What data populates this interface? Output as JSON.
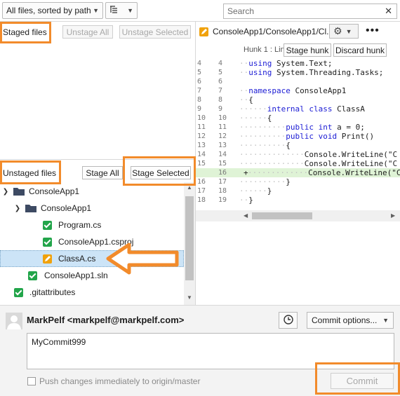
{
  "toolbar": {
    "sort_label": "All files, sorted by path",
    "view_icon": "tree-view-icon",
    "search_placeholder": "Search"
  },
  "staged": {
    "title": "Staged files",
    "unstage_all": "Unstage All",
    "unstage_selected": "Unstage Selected"
  },
  "unstaged": {
    "title": "Unstaged files",
    "stage_all": "Stage All",
    "stage_selected": "Stage Selected",
    "tree": [
      {
        "label": "ConsoleApp1",
        "kind": "solution-folder",
        "level": 0
      },
      {
        "label": "ConsoleApp1",
        "kind": "folder",
        "level": 1
      },
      {
        "label": "Program.cs",
        "kind": "file-added",
        "level": 2
      },
      {
        "label": "ConsoleApp1.csproj",
        "kind": "file-added",
        "level": 2
      },
      {
        "label": "ClassA.cs",
        "kind": "file-modified",
        "level": 2,
        "selected": true
      },
      {
        "label": "ConsoleApp1.sln",
        "kind": "file-added",
        "level": 1
      },
      {
        "label": ".gitattributes",
        "kind": "file-added",
        "level": 0
      }
    ]
  },
  "diff": {
    "file_title": "ConsoleApp1/ConsoleApp1/Cl...",
    "hunk_label": "Hunk 1 : Lin",
    "stage_hunk": "Stage hunk",
    "discard_hunk": "Discard hunk",
    "lines": [
      {
        "old": "4",
        "new": "4",
        "code": "using System.Text;"
      },
      {
        "old": "5",
        "new": "5",
        "code": "using System.Threading.Tasks;"
      },
      {
        "old": "6",
        "new": "6",
        "code": ""
      },
      {
        "old": "7",
        "new": "7",
        "code": "namespace ConsoleApp1"
      },
      {
        "old": "8",
        "new": "8",
        "code": "{"
      },
      {
        "old": "9",
        "new": "9",
        "code": "internal class ClassA"
      },
      {
        "old": "10",
        "new": "10",
        "code": "{"
      },
      {
        "old": "11",
        "new": "11",
        "code": "public int a = 0;"
      },
      {
        "old": "12",
        "new": "12",
        "code": "public void Print()"
      },
      {
        "old": "13",
        "new": "13",
        "code": "{"
      },
      {
        "old": "14",
        "new": "14",
        "code": "Console.WriteLine(\"C"
      },
      {
        "old": "15",
        "new": "15",
        "code": "Console.WriteLine(\"C"
      },
      {
        "old": "",
        "new": "16",
        "code": "Console.WriteLine(\"C",
        "added": true
      },
      {
        "old": "16",
        "new": "17",
        "code": "}"
      },
      {
        "old": "17",
        "new": "18",
        "code": "}"
      },
      {
        "old": "18",
        "new": "19",
        "code": "}"
      }
    ]
  },
  "commit": {
    "author": "MarkPelf <markpelf@markpelf.com>",
    "options_label": "Commit options...",
    "message": "MyCommit999",
    "push_label": "Push changes immediately to origin/master",
    "commit_button": "Commit"
  },
  "colors": {
    "highlight": "#f28b2b",
    "added_file": "#22a54a",
    "modified_file": "#f0a20d",
    "keyword": "#1b1bd4",
    "selection": "#cce4f7"
  }
}
